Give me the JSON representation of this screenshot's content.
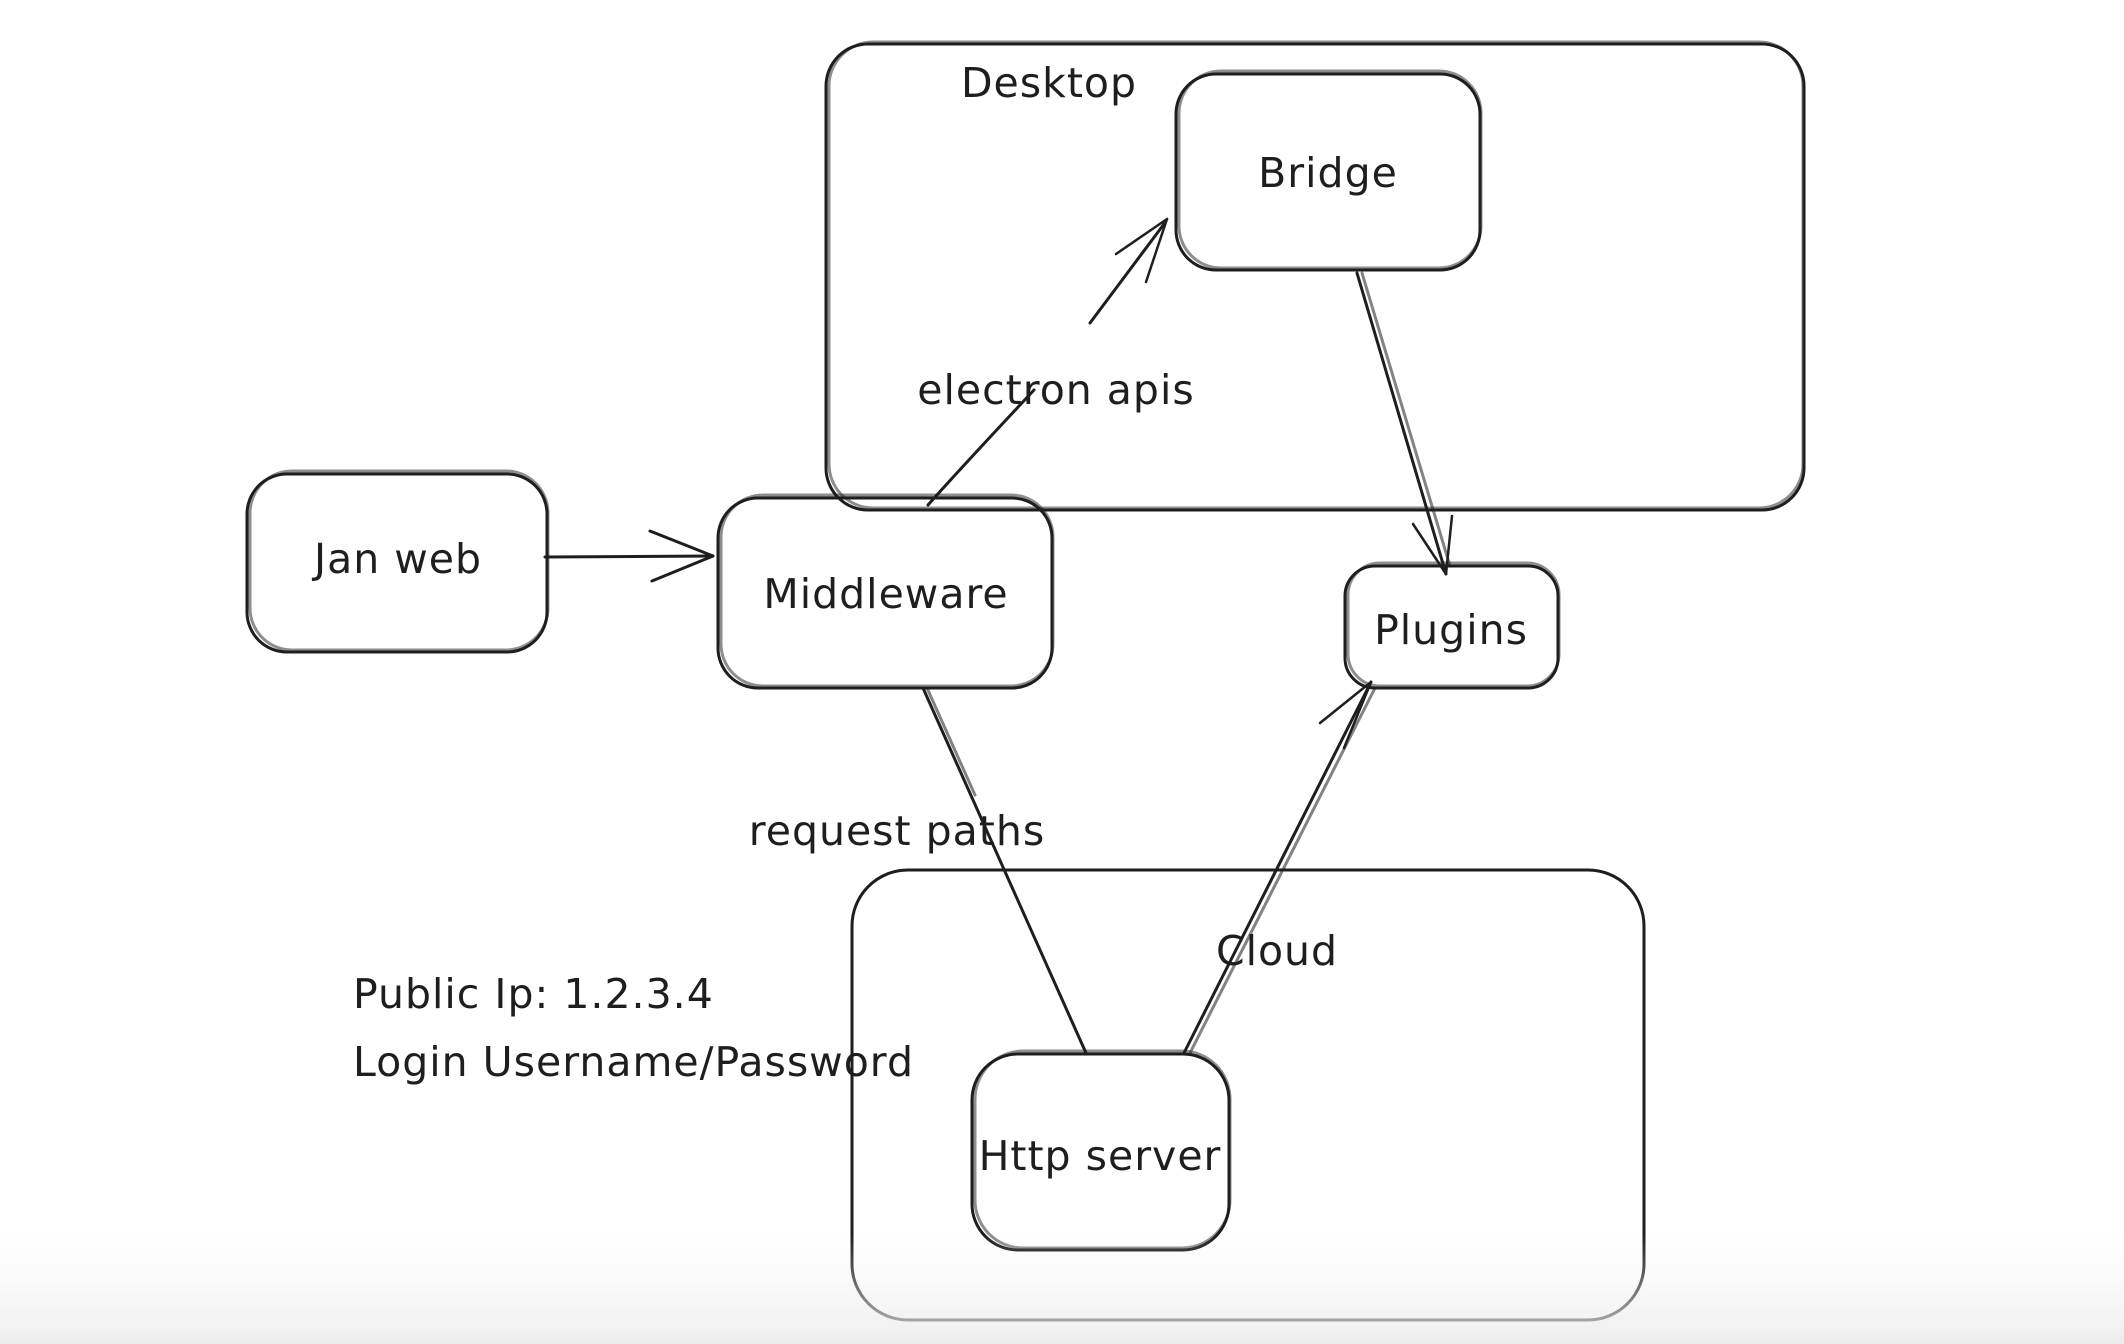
{
  "diagram": {
    "colors": {
      "stroke": "#1e1e1e",
      "background": "#ffffff"
    },
    "containers": [
      {
        "id": "desktop",
        "label": "Desktop"
      },
      {
        "id": "cloud",
        "label": "Cloud"
      }
    ],
    "nodes": [
      {
        "id": "jan-web",
        "label": "Jan web"
      },
      {
        "id": "middleware",
        "label": "Middleware"
      },
      {
        "id": "bridge",
        "label": "Bridge"
      },
      {
        "id": "plugins",
        "label": "Plugins"
      },
      {
        "id": "http-server",
        "label": "Http server"
      }
    ],
    "edges": [
      {
        "from": "jan-web",
        "to": "middleware",
        "label": ""
      },
      {
        "from": "middleware",
        "to": "bridge",
        "label": "electron apis"
      },
      {
        "from": "bridge",
        "to": "plugins",
        "label": ""
      },
      {
        "from": "middleware",
        "to": "http-server",
        "label": "request paths"
      },
      {
        "from": "http-server",
        "to": "plugins",
        "label": ""
      }
    ],
    "annotations": [
      {
        "text": "Public Ip: 1.2.3.4"
      },
      {
        "text": "Login Username/Password"
      }
    ]
  }
}
